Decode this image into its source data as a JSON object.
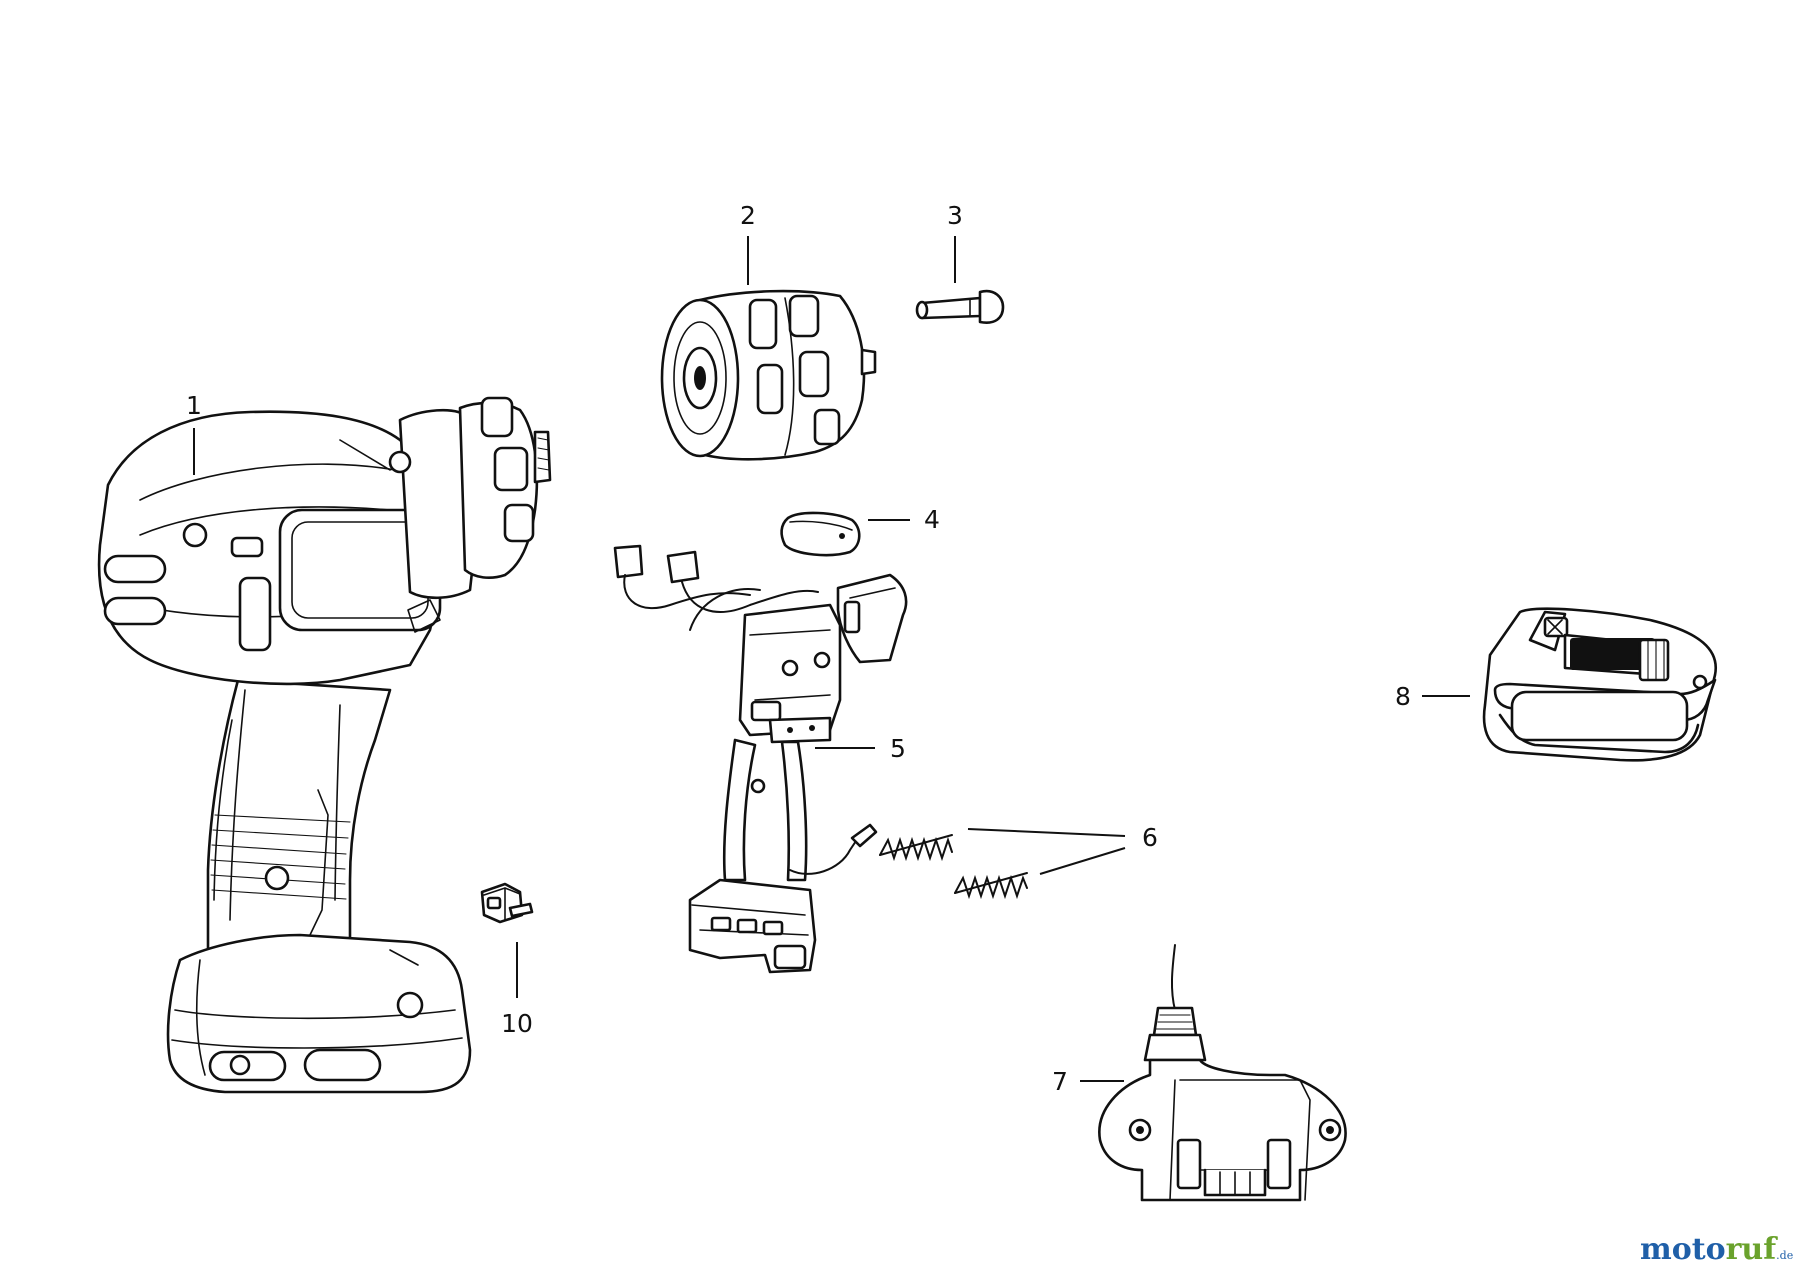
{
  "diagram": {
    "part_labels": [
      "1",
      "2",
      "3",
      "4",
      "5",
      "6",
      "7",
      "8",
      "10"
    ]
  },
  "watermark": {
    "part1": "moto",
    "part2": "ruf",
    "suffix": ".de"
  }
}
